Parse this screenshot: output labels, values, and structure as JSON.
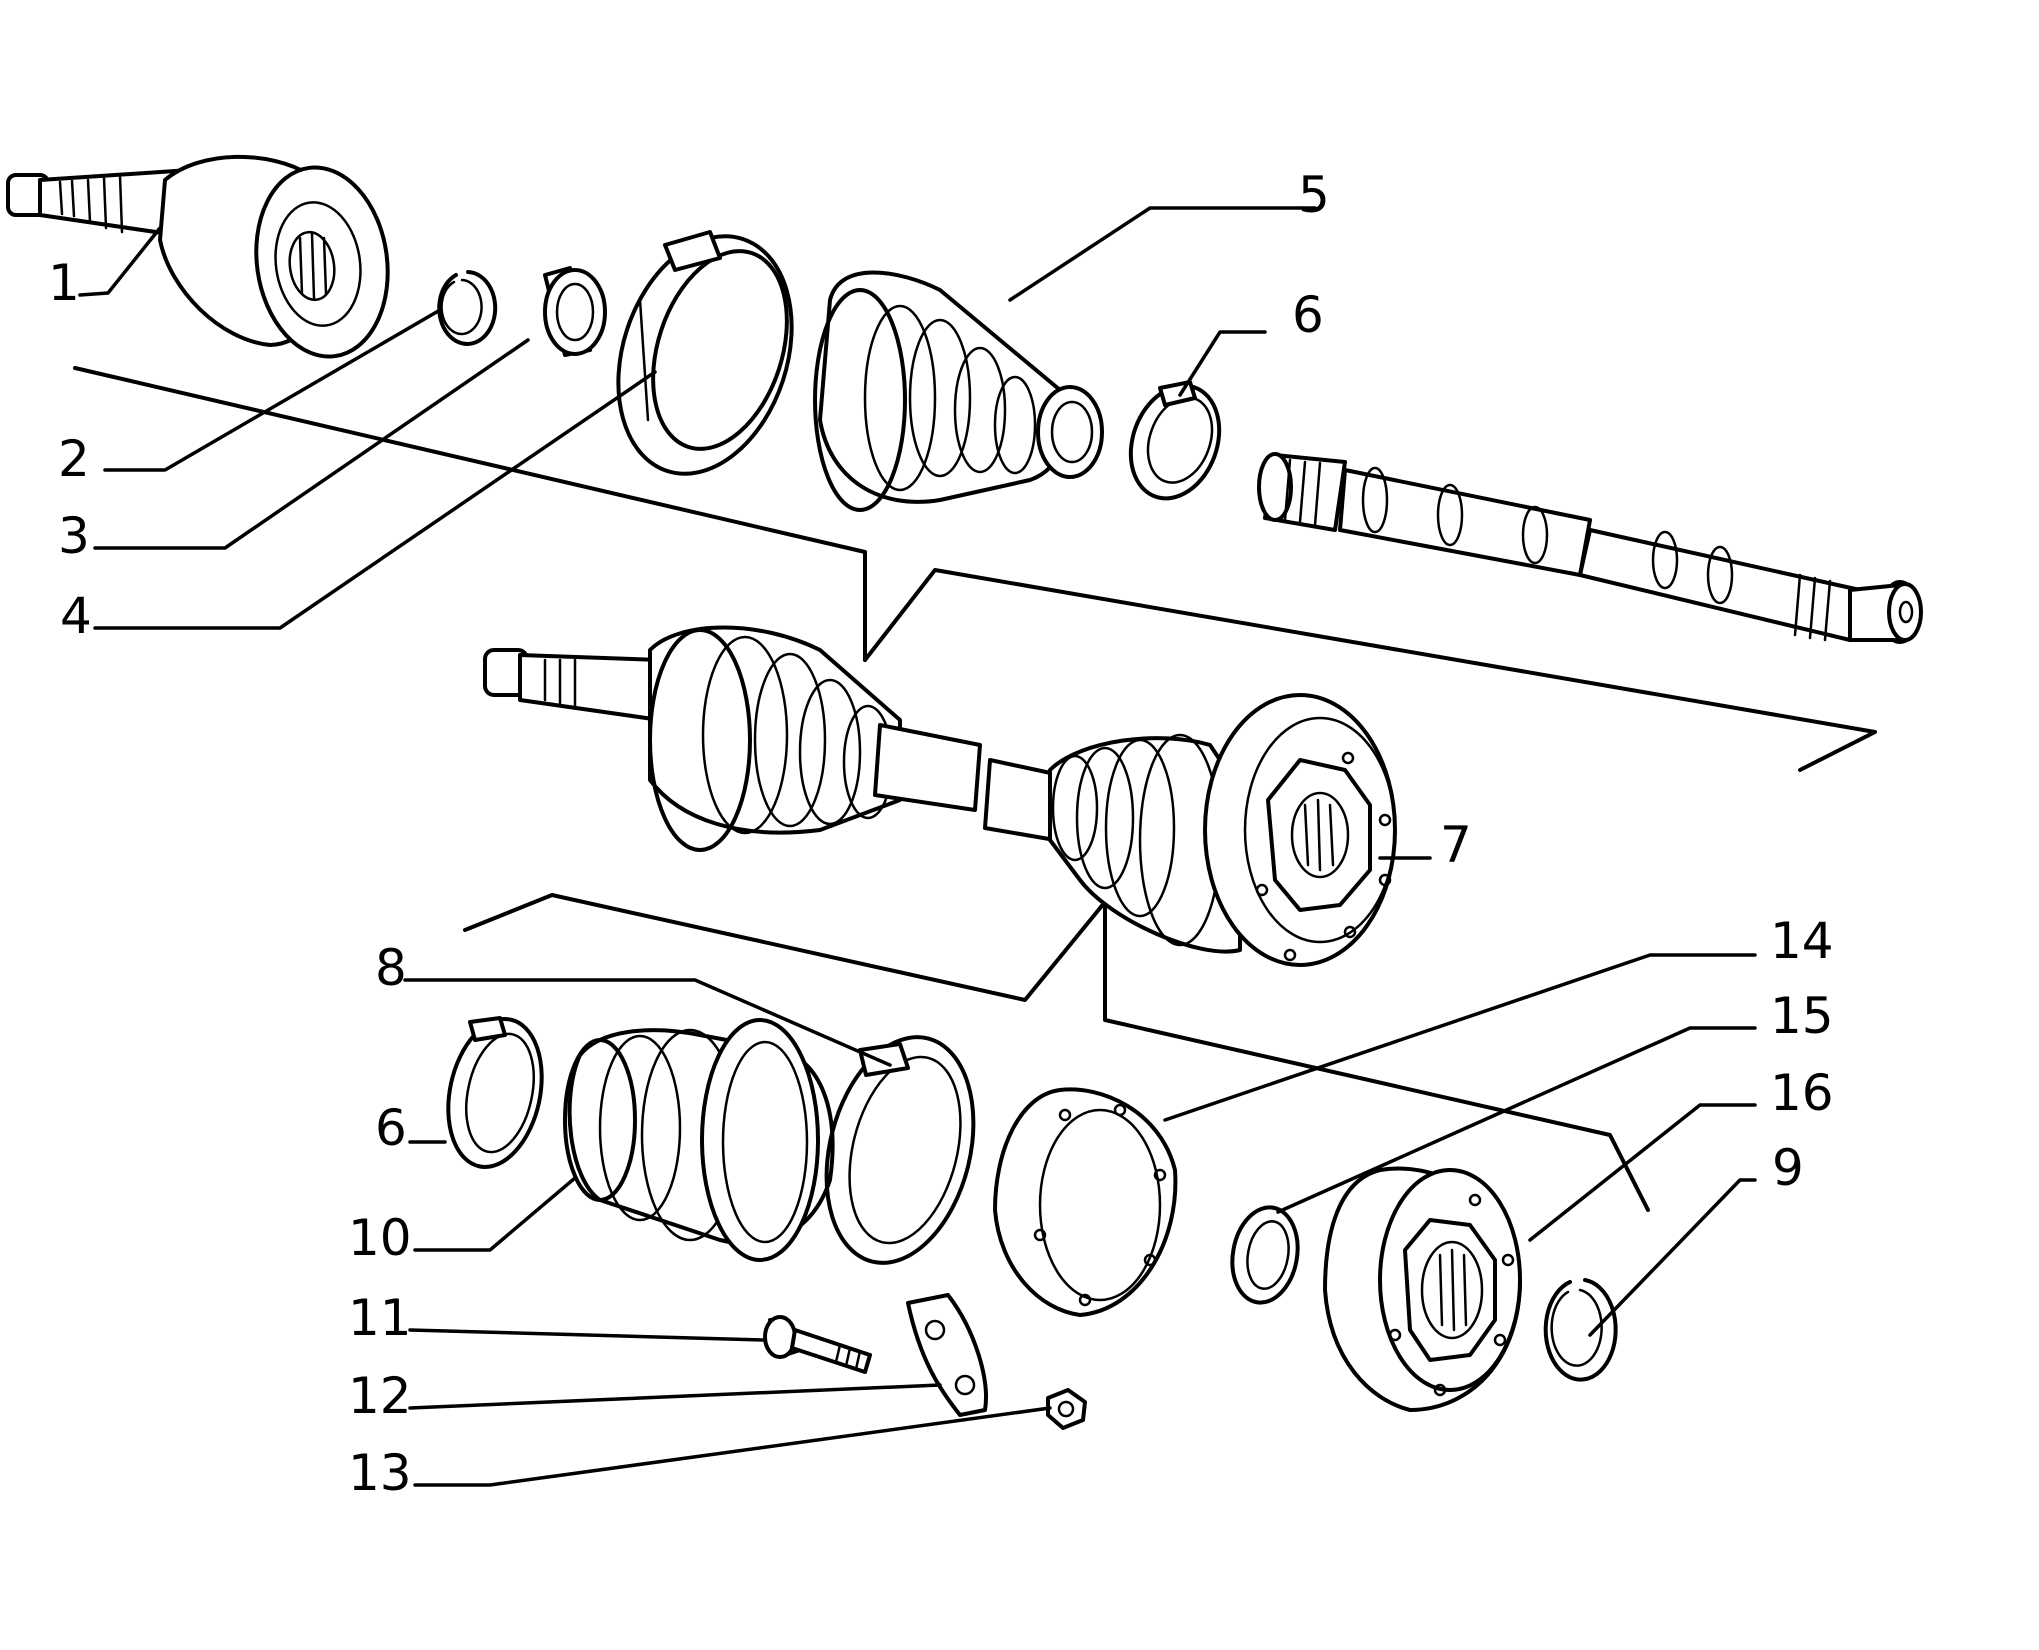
{
  "callouts": {
    "c1": "1",
    "c2": "2",
    "c3": "3",
    "c4": "4",
    "c5": "5",
    "c6a": "6",
    "c7": "7",
    "c8": "8",
    "c6b": "6",
    "c10": "10",
    "c11": "11",
    "c12": "12",
    "c13": "13",
    "c14": "14",
    "c15": "15",
    "c16": "16",
    "c9": "9"
  }
}
